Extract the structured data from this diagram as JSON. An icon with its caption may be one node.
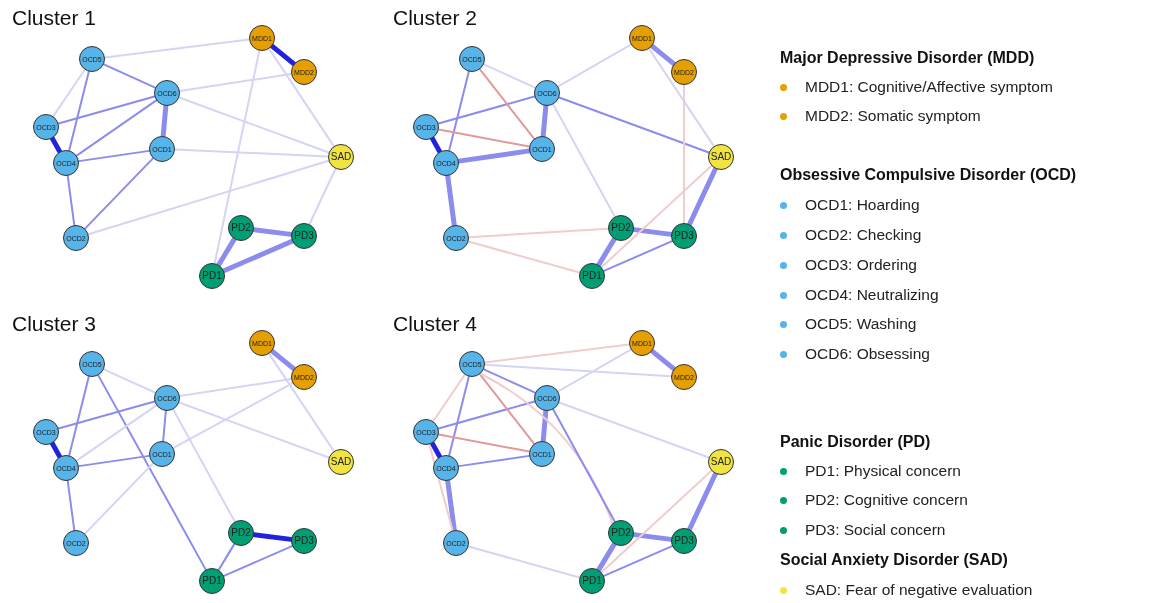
{
  "diagram": {
    "nodes": [
      {
        "text": [
          "MDD1"
        ]
      },
      {
        "text": [
          "MDD2"
        ]
      },
      {
        "text": [
          "OCD5"
        ]
      },
      {
        "text": [
          "OCD6"
        ]
      },
      {
        "text": [
          "OCD3"
        ]
      },
      {
        "text": [
          "OCD1"
        ]
      },
      {
        "text": [
          "OCD4"
        ]
      },
      {
        "text": [
          "SAD"
        ]
      },
      {
        "text": [
          "OCD2"
        ]
      },
      {
        "text": [
          "PD2"
        ]
      },
      {
        "text": [
          "PD3"
        ]
      },
      {
        "text": [
          "PD1"
        ]
      },
      {
        "text": [
          "MDD1"
        ]
      },
      {
        "text": [
          "MDD2"
        ]
      },
      {
        "text": [
          "OCD5"
        ]
      },
      {
        "text": [
          "OCD6"
        ]
      },
      {
        "text": [
          "OCD3"
        ]
      },
      {
        "text": [
          "OCD1"
        ]
      },
      {
        "text": [
          "OCD4"
        ]
      },
      {
        "text": [
          "SAD"
        ]
      },
      {
        "text": [
          "OCD2"
        ]
      },
      {
        "text": [
          "PD2"
        ]
      },
      {
        "text": [
          "PD3"
        ]
      },
      {
        "text": [
          "PD1"
        ]
      },
      {
        "text": [
          "MDD1"
        ]
      },
      {
        "text": [
          "MDD2"
        ]
      },
      {
        "text": [
          "OCD5"
        ]
      },
      {
        "text": [
          "OCD6"
        ]
      },
      {
        "text": [
          "OCD3"
        ]
      },
      {
        "text": [
          "OCD1"
        ]
      },
      {
        "text": [
          "OCD4"
        ]
      },
      {
        "text": [
          "SAD"
        ]
      },
      {
        "text": [
          "OCD2"
        ]
      },
      {
        "text": [
          "PD2"
        ]
      },
      {
        "text": [
          "PD3"
        ]
      },
      {
        "text": [
          "PD1"
        ]
      },
      {
        "text": [
          "MDD1"
        ]
      },
      {
        "text": [
          "MDD2"
        ]
      },
      {
        "text": [
          "OCD5"
        ]
      },
      {
        "text": [
          "OCD6"
        ]
      },
      {
        "text": [
          "OCD3"
        ]
      },
      {
        "text": [
          "OCD1"
        ]
      },
      {
        "text": [
          "OCD4"
        ]
      },
      {
        "text": [
          "SAD"
        ]
      },
      {
        "text": [
          "OCD2"
        ]
      },
      {
        "text": [
          "PD2"
        ]
      },
      {
        "text": [
          "PD3"
        ]
      },
      {
        "text": [
          "PD1"
        ]
      }
    ],
    "edges": [
      {
        "from": 0,
        "to": 1,
        "arrow": "none",
        "style": "thick",
        "color": "#2222dd"
      },
      {
        "from": 2,
        "to": 3,
        "arrow": "none"
      },
      {
        "from": 4,
        "to": 3,
        "arrow": "none"
      },
      {
        "from": 4,
        "to": 6,
        "arrow": "none",
        "style": "thick",
        "color": "#2222dd"
      },
      {
        "from": 3,
        "to": 5,
        "arrow": "none",
        "style": "thick"
      },
      {
        "from": 6,
        "to": 5,
        "arrow": "none"
      },
      {
        "from": 6,
        "to": 3,
        "arrow": "none"
      },
      {
        "from": 6,
        "to": 8,
        "arrow": "none"
      },
      {
        "from": 2,
        "to": 6,
        "arrow": "none"
      },
      {
        "from": 2,
        "to": 4,
        "arrow": "none",
        "color": "#d4d4f4"
      },
      {
        "from": 5,
        "to": 8,
        "arrow": "none"
      },
      {
        "from": 5,
        "to": 7,
        "arrow": "none",
        "color": "#d4d4f4"
      },
      {
        "from": 9,
        "to": 10,
        "arrow": "none",
        "style": "thick"
      },
      {
        "from": 11,
        "to": 9,
        "arrow": "none",
        "style": "thick"
      },
      {
        "from": 11,
        "to": 10,
        "arrow": "none",
        "style": "thick"
      },
      {
        "from": 2,
        "to": 0,
        "arrow": "none",
        "color": "#d4d4f4"
      },
      {
        "from": 3,
        "to": 1,
        "arrow": "none",
        "color": "#d4d4f4"
      },
      {
        "from": 0,
        "to": 7,
        "arrow": "none",
        "color": "#d4d4f4"
      },
      {
        "from": 7,
        "to": 10,
        "arrow": "none",
        "color": "#d4d4f4"
      },
      {
        "from": 0,
        "to": 11,
        "arrow": "none",
        "color": "#d4d4f4"
      },
      {
        "from": 3,
        "to": 7,
        "arrow": "none",
        "color": "#d4d4f4"
      },
      {
        "from": 8,
        "to": 7,
        "arrow": "none",
        "color": "#d4d4f4"
      },
      {
        "from": 12,
        "to": 13,
        "arrow": "none",
        "style": "thick"
      },
      {
        "from": 16,
        "to": 18,
        "arrow": "none",
        "style": "thick",
        "color": "#2222dd"
      },
      {
        "from": 15,
        "to": 17,
        "arrow": "none",
        "style": "thick"
      },
      {
        "from": 18,
        "to": 17,
        "arrow": "none",
        "style": "thick"
      },
      {
        "from": 18,
        "to": 20,
        "arrow": "none",
        "style": "thick"
      },
      {
        "from": 14,
        "to": 18,
        "arrow": "none"
      },
      {
        "from": 16,
        "to": 15,
        "arrow": "none"
      },
      {
        "from": 14,
        "to": 15,
        "arrow": "none",
        "color": "#d4d4f4"
      },
      {
        "from": 15,
        "to": 19,
        "arrow": "none"
      },
      {
        "from": 14,
        "to": 17,
        "arrow": "none",
        "color": "#e09a9a"
      },
      {
        "from": 16,
        "to": 17,
        "arrow": "none",
        "color": "#e09a9a"
      },
      {
        "from": 19,
        "to": 22,
        "arrow": "none",
        "style": "thick"
      },
      {
        "from": 21,
        "to": 22,
        "arrow": "none",
        "style": "thick"
      },
      {
        "from": 23,
        "to": 21,
        "arrow": "none",
        "style": "thick"
      },
      {
        "from": 23,
        "to": 22,
        "arrow": "none"
      },
      {
        "from": 23,
        "to": 19,
        "arrow": "none",
        "color": "#f0cccc"
      },
      {
        "from": 13,
        "to": 22,
        "arrow": "none",
        "color": "#f0cccc"
      },
      {
        "from": 12,
        "to": 19,
        "arrow": "none",
        "color": "#d4d4f4"
      },
      {
        "from": 15,
        "to": 12,
        "arrow": "none",
        "color": "#d4d4f4"
      },
      {
        "from": 20,
        "to": 23,
        "arrow": "none",
        "color": "#f0cccc"
      },
      {
        "from": 20,
        "to": 21,
        "arrow": "none",
        "color": "#f0cccc"
      },
      {
        "from": 15,
        "to": 21,
        "arrow": "none",
        "color": "#d4d4f4"
      },
      {
        "from": 24,
        "to": 25,
        "arrow": "none",
        "style": "thick"
      },
      {
        "from": 28,
        "to": 30,
        "arrow": "none",
        "style": "thick",
        "color": "#2222dd"
      },
      {
        "from": 27,
        "to": 29,
        "arrow": "none"
      },
      {
        "from": 30,
        "to": 29,
        "arrow": "none"
      },
      {
        "from": 30,
        "to": 32,
        "arrow": "none"
      },
      {
        "from": 28,
        "to": 27,
        "arrow": "none"
      },
      {
        "from": 26,
        "to": 30,
        "arrow": "none"
      },
      {
        "from": 26,
        "to": 27,
        "arrow": "none",
        "color": "#d4d4f4"
      },
      {
        "from": 27,
        "to": 25,
        "arrow": "none",
        "color": "#d4d4f4"
      },
      {
        "from": 26,
        "to": 35,
        "arrow": "none"
      },
      {
        "from": 33,
        "to": 34,
        "arrow": "none",
        "style": "thick",
        "color": "#2222dd"
      },
      {
        "from": 35,
        "to": 33,
        "arrow": "none"
      },
      {
        "from": 35,
        "to": 34,
        "arrow": "none"
      },
      {
        "from": 27,
        "to": 31,
        "arrow": "none",
        "color": "#d4d4f4"
      },
      {
        "from": 27,
        "to": 33,
        "arrow": "none",
        "color": "#d4d4f4"
      },
      {
        "from": 29,
        "to": 25,
        "arrow": "none",
        "color": "#d4d4f4"
      },
      {
        "from": 24,
        "to": 31,
        "arrow": "none",
        "color": "#d4d4f4"
      },
      {
        "from": 30,
        "to": 27,
        "arrow": "none",
        "color": "#d4d4f4"
      },
      {
        "from": 32,
        "to": 29,
        "arrow": "none",
        "color": "#d4d4f4"
      },
      {
        "from": 36,
        "to": 37,
        "arrow": "none",
        "style": "thick"
      },
      {
        "from": 40,
        "to": 42,
        "arrow": "none",
        "style": "thick",
        "color": "#2222dd"
      },
      {
        "from": 42,
        "to": 44,
        "arrow": "none",
        "style": "thick"
      },
      {
        "from": 39,
        "to": 41,
        "arrow": "none",
        "style": "thick"
      },
      {
        "from": 42,
        "to": 41,
        "arrow": "none"
      },
      {
        "from": 40,
        "to": 39,
        "arrow": "none"
      },
      {
        "from": 38,
        "to": 39,
        "arrow": "none"
      },
      {
        "from": 38,
        "to": 42,
        "arrow": "none"
      },
      {
        "from": 38,
        "to": 41,
        "arrow": "none",
        "color": "#e09a9a"
      },
      {
        "from": 40,
        "to": 41,
        "arrow": "none",
        "color": "#e09a9a"
      },
      {
        "from": 38,
        "to": 45,
        "arrow": "none",
        "color": "#f0cccc"
      },
      {
        "from": 39,
        "to": 45,
        "arrow": "none"
      },
      {
        "from": 39,
        "to": 43,
        "arrow": "none",
        "color": "#d4d4f4"
      },
      {
        "from": 38,
        "to": 36,
        "arrow": "none",
        "color": "#f0cccc"
      },
      {
        "from": 38,
        "to": 37,
        "arrow": "none",
        "color": "#d4d4f4"
      },
      {
        "from": 39,
        "to": 36,
        "arrow": "none",
        "color": "#d4d4f4"
      },
      {
        "from": 43,
        "to": 46,
        "arrow": "none",
        "style": "thick"
      },
      {
        "from": 45,
        "to": 46,
        "arrow": "none",
        "style": "thick"
      },
      {
        "from": 47,
        "to": 45,
        "arrow": "none",
        "style": "thick"
      },
      {
        "from": 47,
        "to": 46,
        "arrow": "none"
      },
      {
        "from": 47,
        "to": 43,
        "arrow": "none",
        "color": "#f0cccc"
      },
      {
        "from": 44,
        "to": 47,
        "arrow": "none",
        "color": "#d4d4f4"
      },
      {
        "from": 40,
        "to": 44,
        "arrow": "none",
        "color": "#f0cccc"
      },
      {
        "from": 38,
        "to": 40,
        "arrow": "none",
        "color": "#f0cccc"
      }
    ],
    "labels": [
      "Cluster 1",
      "Cluster 2",
      "Major Depressive Disorder (MDD)",
      "Obsessive Compulsive Disorder (OCD)",
      "Cluster 3",
      "Cluster 4",
      "Panic Disorder (PD)",
      "Social Anxiety Disorder (SAD)"
    ],
    "legend": [
      {
        "text": "MDD1: Cognitive/Affective symptom",
        "color": "#e69f00"
      },
      {
        "text": "MDD2: Somatic symptom",
        "color": "#e69f00"
      },
      {
        "text": "OCD1: Hoarding",
        "color": "#56b4e9"
      },
      {
        "text": "OCD2: Checking",
        "color": "#56b4e9"
      },
      {
        "text": "OCD3: Ordering",
        "color": "#56b4e9"
      },
      {
        "text": "OCD4: Neutralizing",
        "color": "#56b4e9"
      },
      {
        "text": "OCD5: Washing",
        "color": "#56b4e9"
      },
      {
        "text": "OCD6: Obsessing",
        "color": "#56b4e9"
      },
      {
        "text": "PD1: Physical concern",
        "color": "#009e73"
      },
      {
        "text": "PD2: Cognitive concern",
        "color": "#009e73"
      },
      {
        "text": "PD3: Social concern",
        "color": "#009e73"
      },
      {
        "text": "SAD: Fear of negative evaluation",
        "color": "#f0e442"
      }
    ]
  }
}
